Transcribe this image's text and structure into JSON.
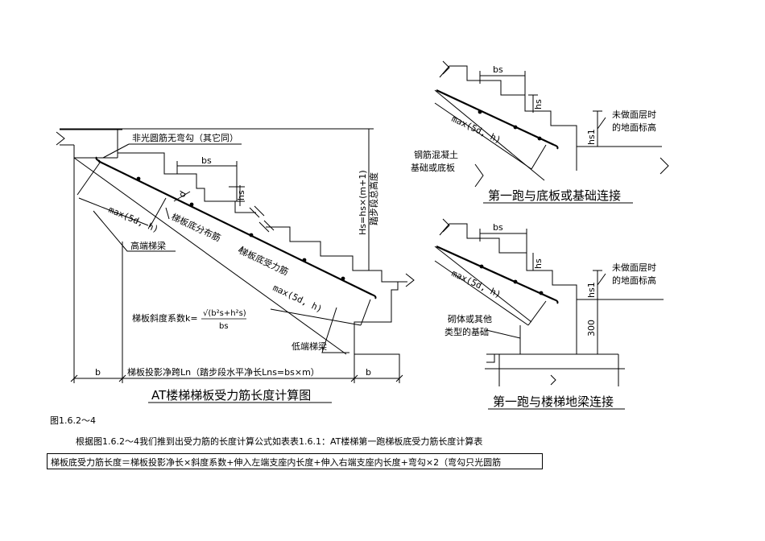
{
  "main_diagram": {
    "labels": {
      "no_hook": "非光圆筋无弯勾（其它同）",
      "bs": "bs",
      "hs": "hs",
      "d": "d",
      "max_upper": "max(5d, h)",
      "max_lower": "max(5d, h)",
      "dist_bar": "梯板底分布筋",
      "main_bar": "梯板底受力筋",
      "high_beam": "高端梯梁",
      "low_beam": "低端梯梁",
      "slope_coef_prefix": "梯板斜度系数k=",
      "slope_coef_num": "√(b²s+h²s)",
      "slope_coef_den": "bs",
      "b_left": "b",
      "b_right": "b",
      "span": "梯板投影净跨Ln（踏步段水平净长Lns=bs×m）",
      "height_line1": "Hs=hs×(m+1)",
      "height_line2": "踏步段总高度"
    },
    "caption": "AT楼梯梯板受力筋长度计算图"
  },
  "top_right_diagram": {
    "labels": {
      "bs": "bs",
      "hs": "hs",
      "hs1": "hs1",
      "max": "max(5d, h)",
      "ground_1": "未做面层时",
      "ground_2": "的地面标高",
      "base_1": "钢筋混凝土",
      "base_2": "基础或底板"
    },
    "caption": "第一跑与底板或基础连接"
  },
  "bottom_right_diagram": {
    "labels": {
      "bs": "bs",
      "hs": "hs",
      "hs1": "hs1",
      "max": "max(5d, h)",
      "ground_1": "未做面层时",
      "ground_2": "的地面标高",
      "base_1": "砌体或其他",
      "base_2": "类型的基础",
      "dim_300": "300"
    },
    "caption": "第一跑与楼梯地梁连接"
  },
  "figure_number": "图1.6.2～4",
  "paragraph": "根据图1.6.2～4我们推到出受力筋的长度计算公式如表表1.6.1：AT楼梯第一跑梯板底受力筋长度计算表",
  "formula": "梯板底受力筋长度＝梯板投影净长×斜度系数+伸入左端支座内长度+伸入右端支座内长度+弯勾×2（弯勾只光圆筋"
}
